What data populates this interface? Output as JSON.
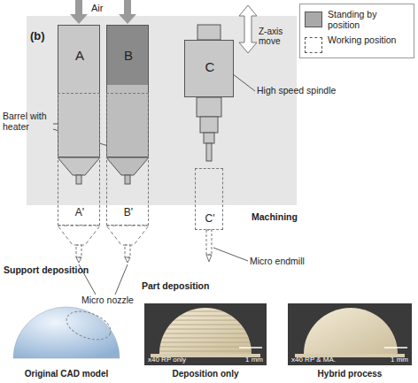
{
  "diagram": {
    "nodes": [
      {
        "text": [
          "A"
        ]
      },
      {
        "text": [
          "B"
        ]
      },
      {
        "text": [
          "C"
        ]
      },
      {
        "text": [
          "A'"
        ]
      },
      {
        "text": [
          "B'"
        ]
      },
      {
        "text": [
          "C'"
        ]
      },
      {
        "text": [
          "x40 RP only",
          "1 mm"
        ]
      },
      {
        "text": [
          "x40 RP & MA.",
          "1 mm"
        ]
      }
    ],
    "labels": [
      "(b)",
      "Air",
      "Z-axis move",
      "Barrel with heater",
      "High speed spindle",
      "Support deposition",
      "Machining",
      "Micro endmill",
      "Micro nozzle",
      "Part deposition",
      "Original CAD model",
      "Deposition only",
      "Hybrid process"
    ],
    "legend": [
      {
        "text": "Standing by position",
        "color": "#a9a9a9"
      },
      {
        "text": "Working position"
      }
    ]
  }
}
